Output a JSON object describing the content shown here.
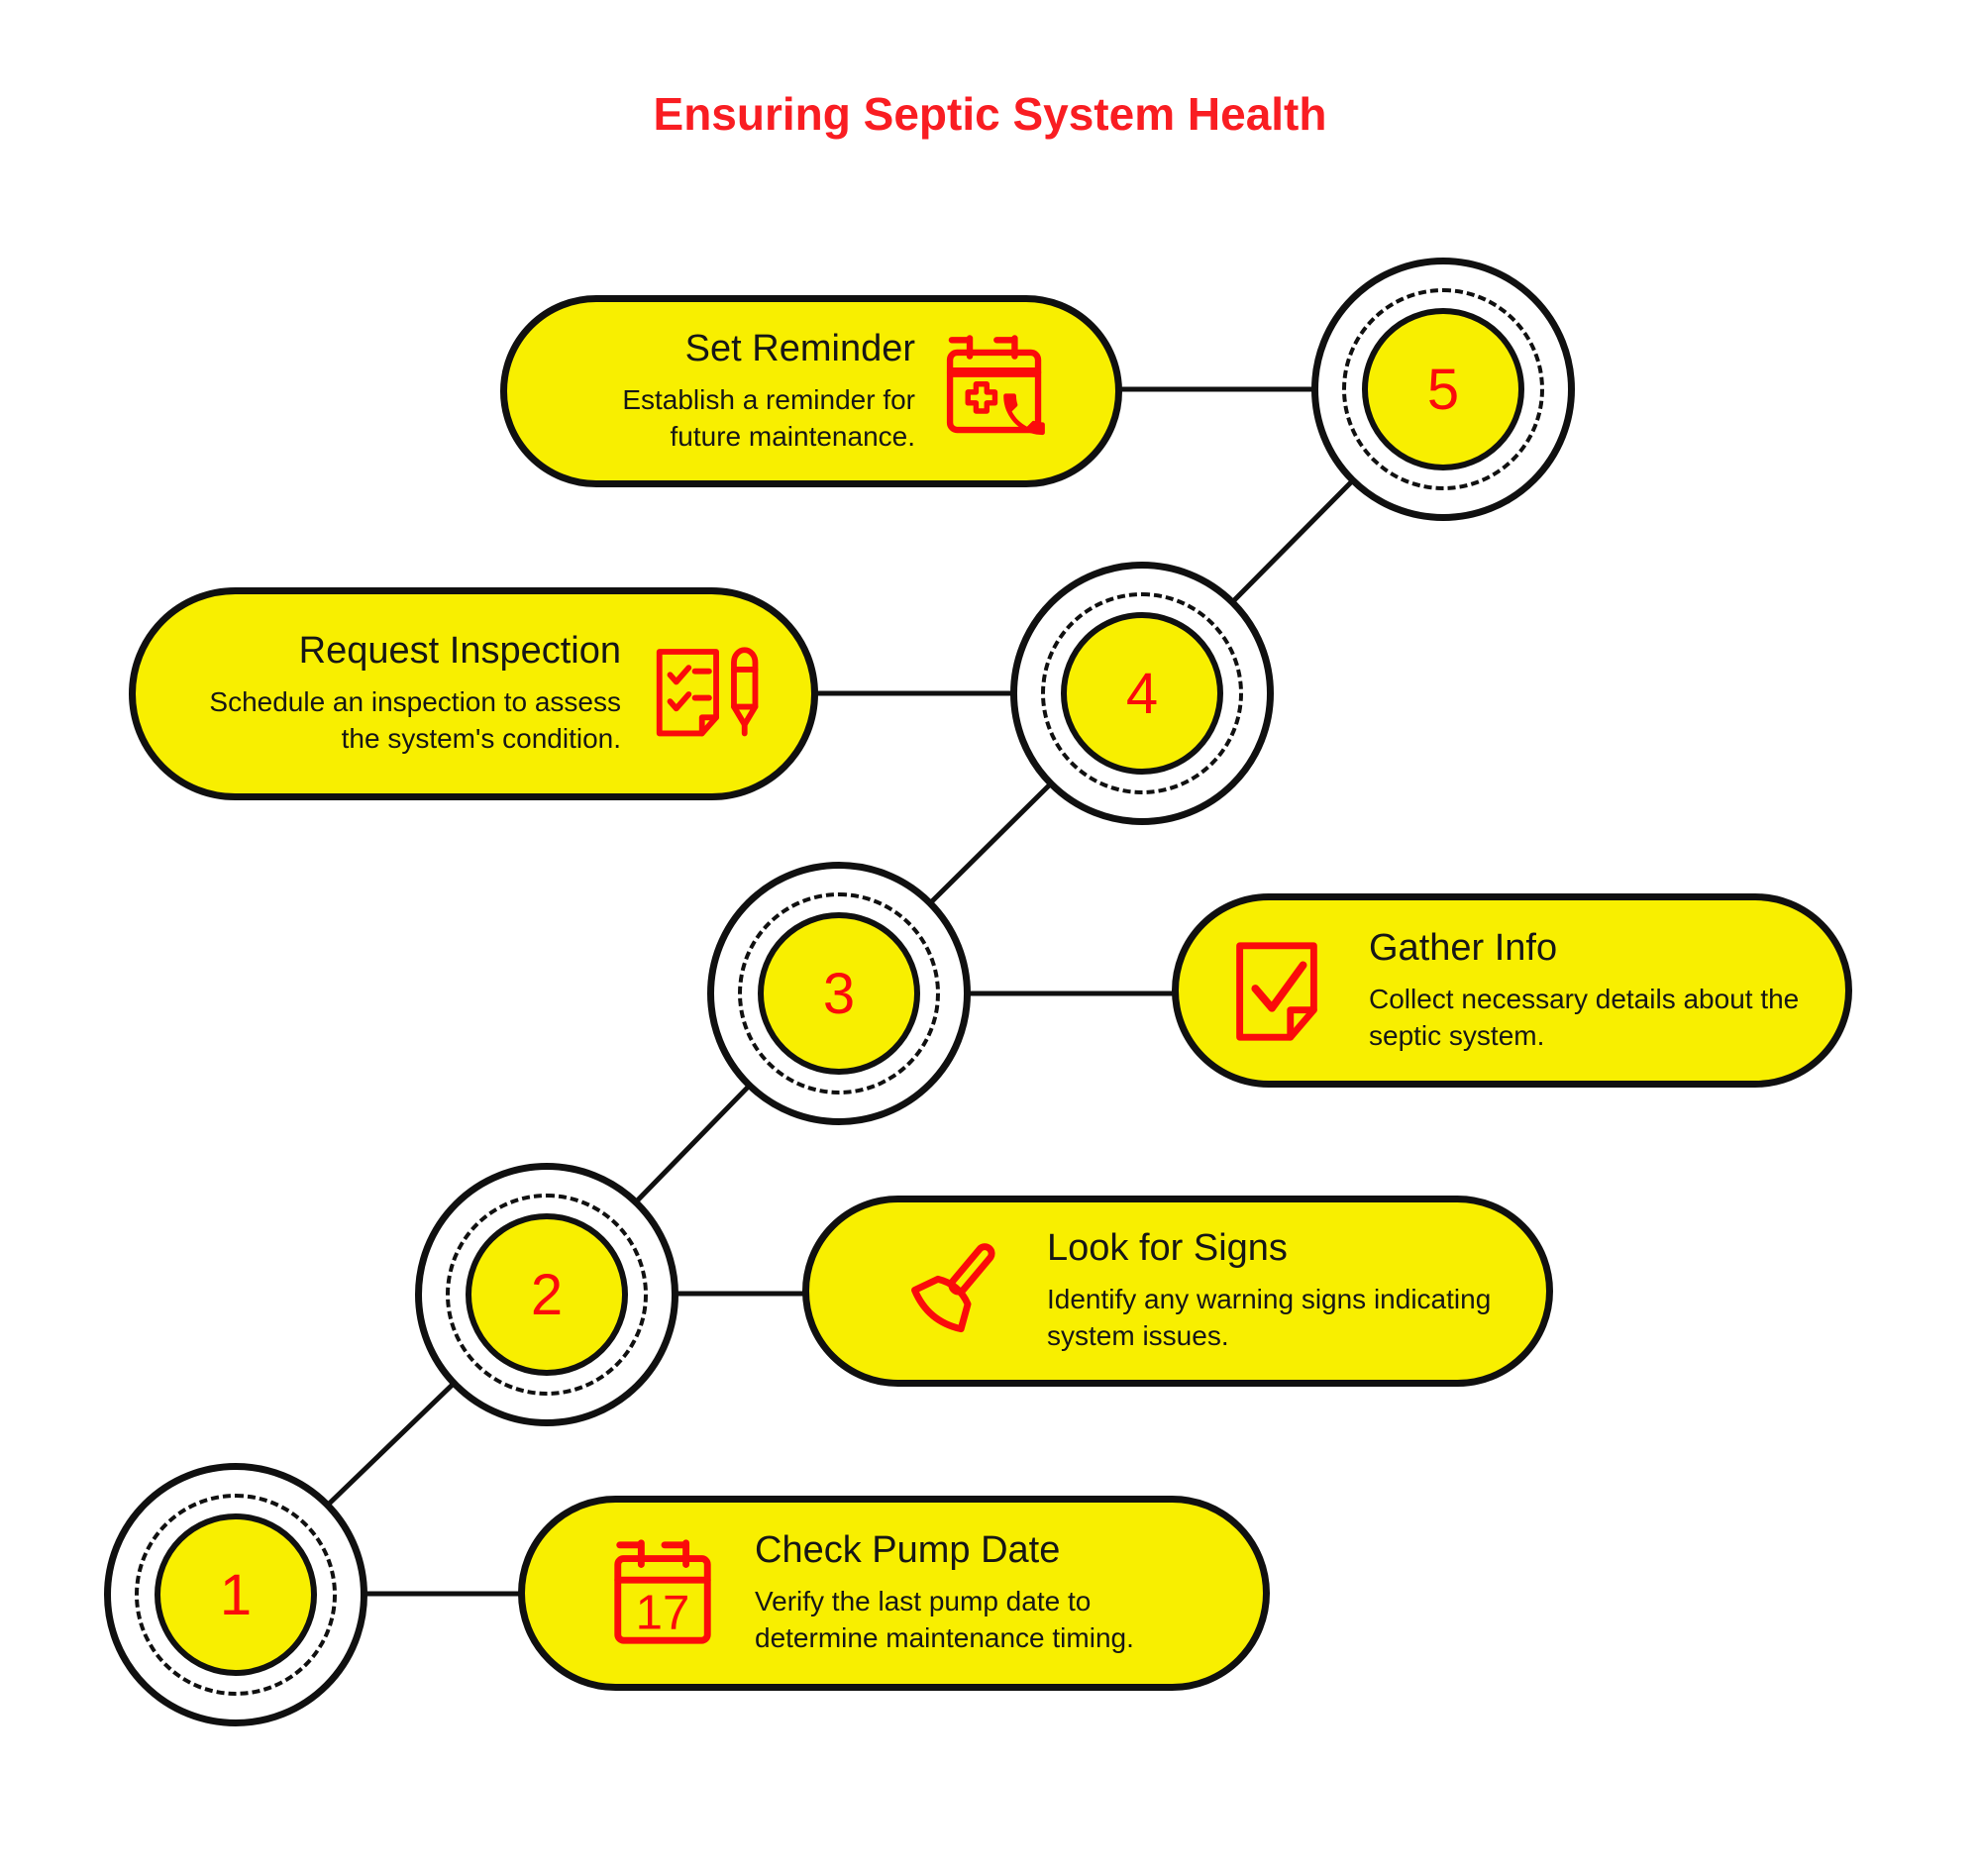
{
  "title": "Ensuring Septic System Health",
  "colors": {
    "yellow": "#f8ef00",
    "red": "#fb0b0b",
    "title_red": "#f91d22",
    "ink": "#101010",
    "background": "#ffffff"
  },
  "steps": [
    {
      "number": "1",
      "title": "Check Pump Date",
      "description": "Verify the last pump date to determine maintenance timing.",
      "icon": "calendar-17-icon",
      "icon_label": "17"
    },
    {
      "number": "2",
      "title": "Look for Signs",
      "description": "Identify any warning signs indicating system issues.",
      "icon": "plunger-icon"
    },
    {
      "number": "3",
      "title": "Gather Info",
      "description": "Collect necessary details about the septic system.",
      "icon": "note-check-icon"
    },
    {
      "number": "4",
      "title": "Request Inspection",
      "description": "Schedule an inspection to assess the system's condition.",
      "icon": "checklist-pen-icon"
    },
    {
      "number": "5",
      "title": "Set Reminder",
      "description": "Establish a reminder for future maintenance.",
      "icon": "calendar-phone-icon"
    }
  ]
}
